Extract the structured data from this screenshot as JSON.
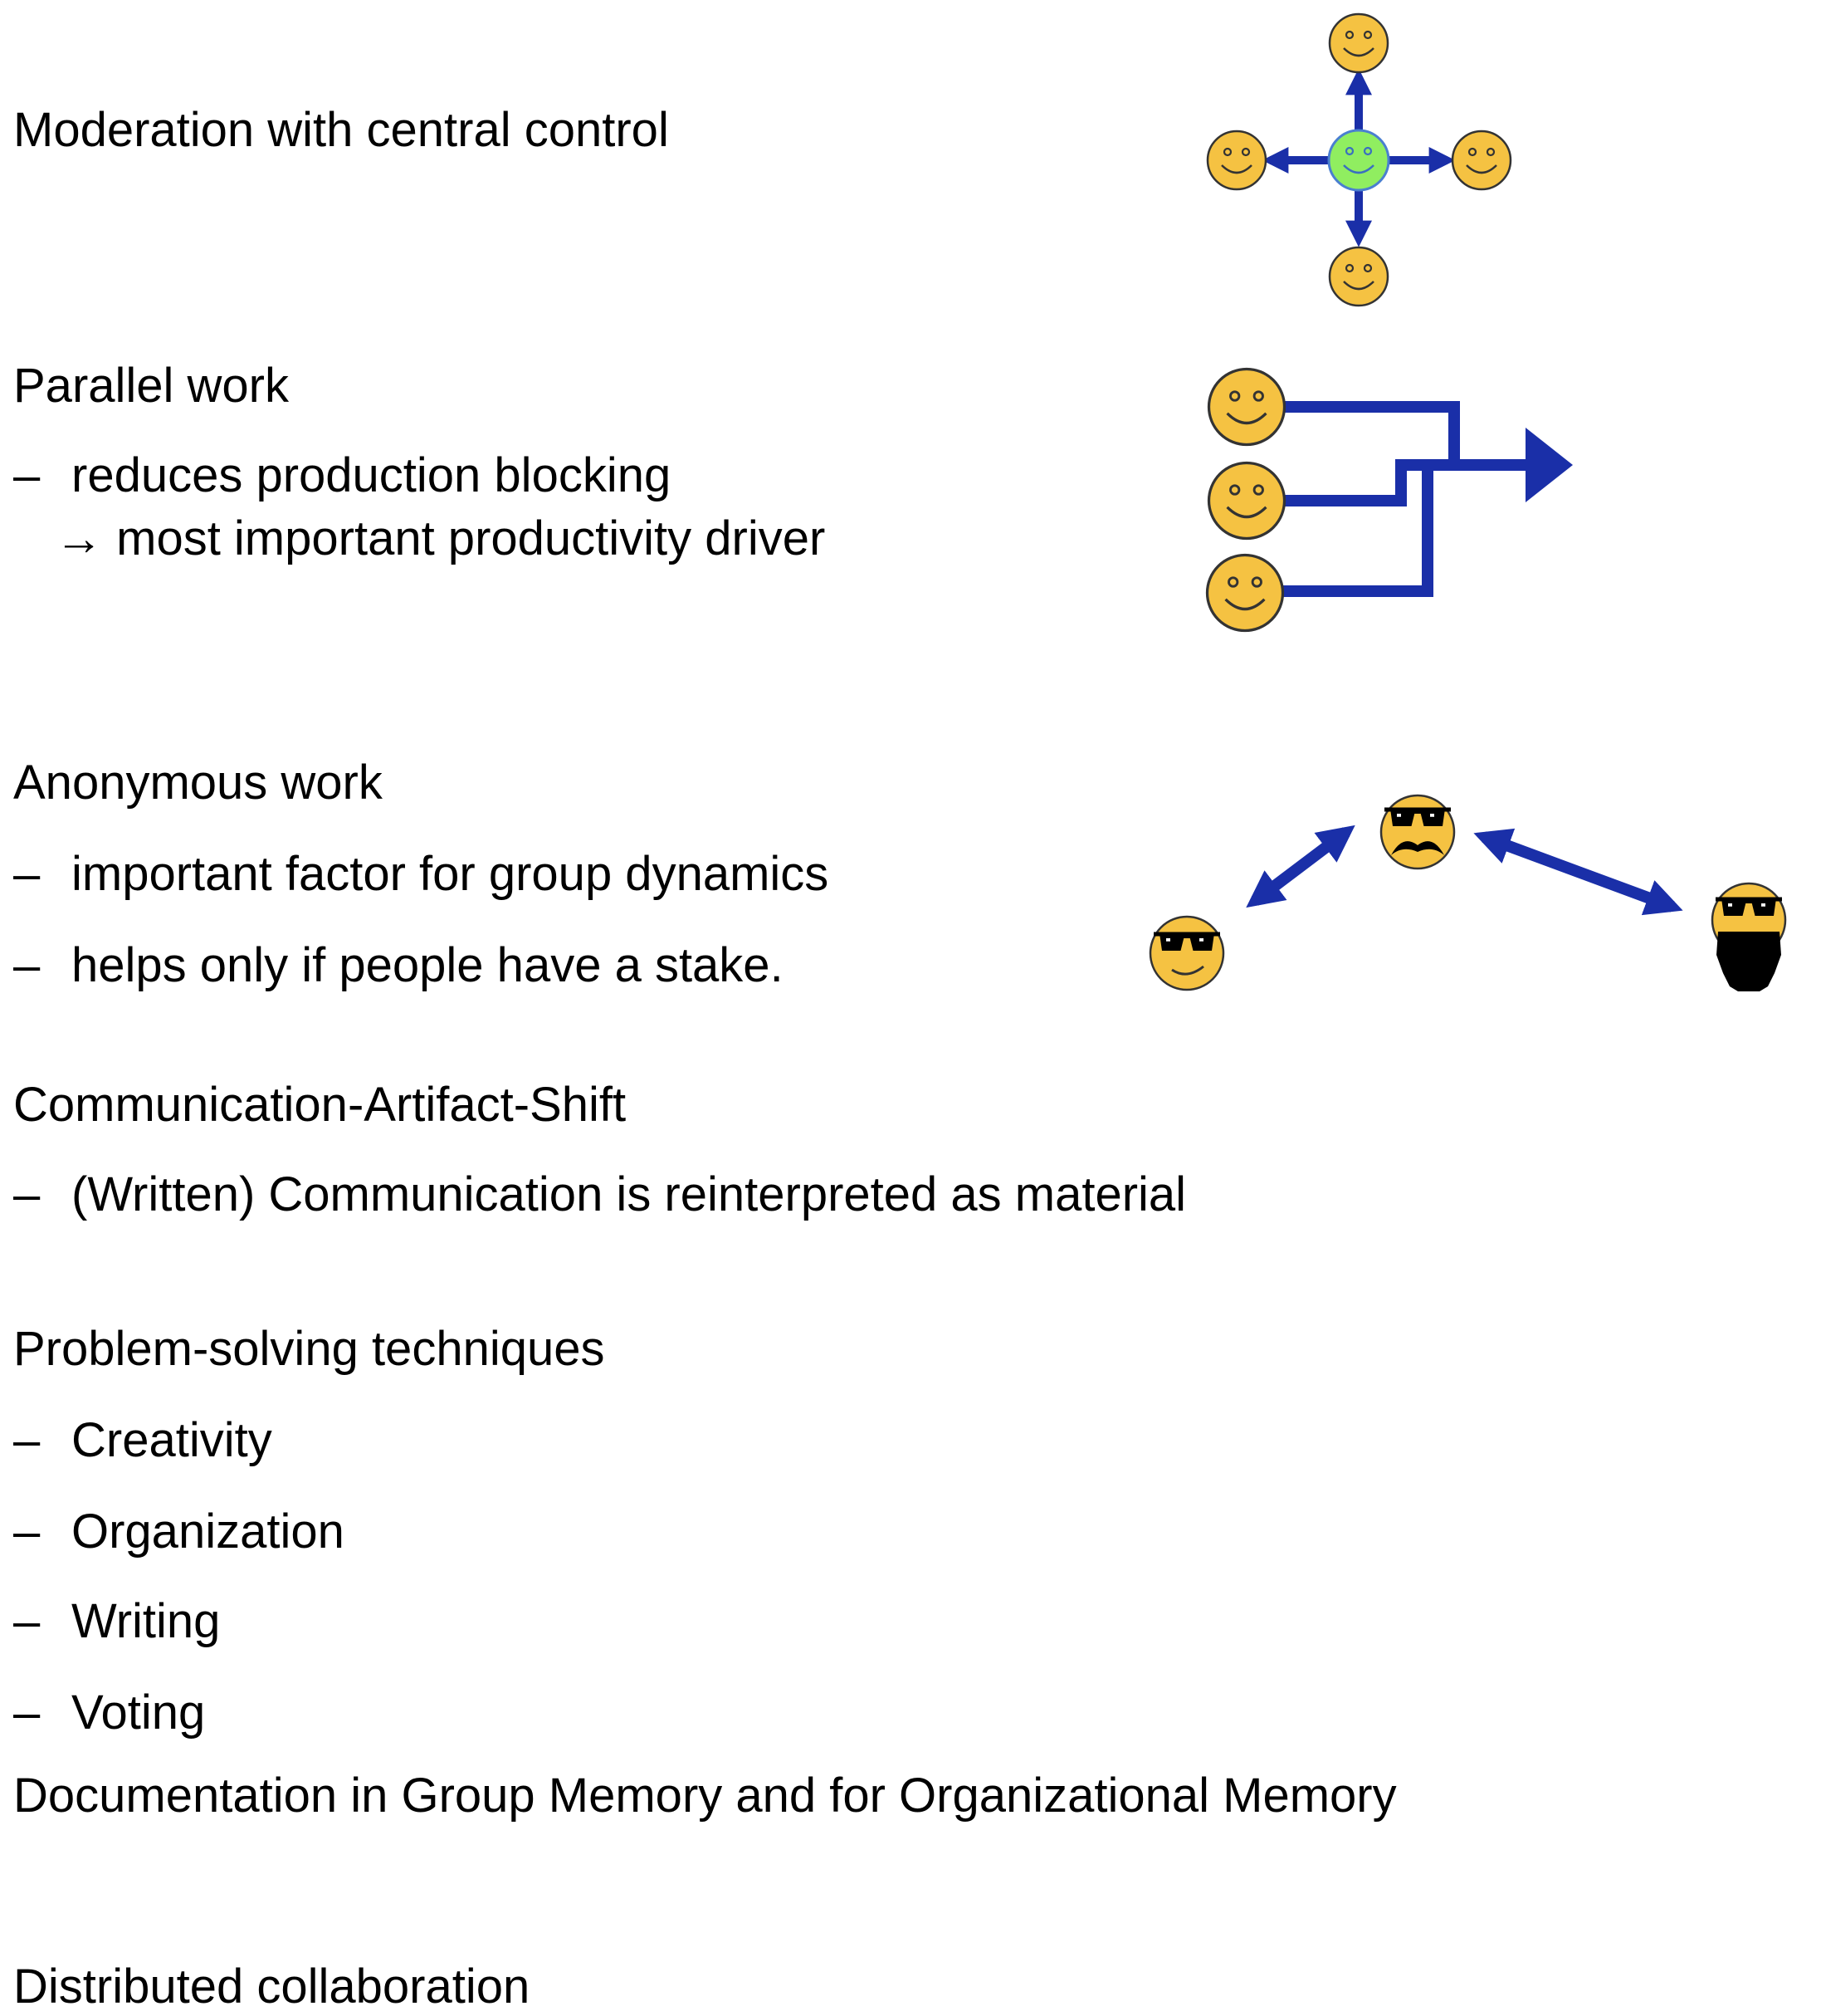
{
  "sections": {
    "moderation": {
      "heading": "Moderation with central control"
    },
    "parallel": {
      "heading": "Parallel work",
      "bullets": [
        "reduces production blocking"
      ],
      "sub": "most important productivity driver",
      "sub_arrow": "→"
    },
    "anonymous": {
      "heading": "Anonymous work",
      "bullets": [
        "important factor for group dynamics",
        "helps only if people have a stake."
      ]
    },
    "shift": {
      "heading": "Communication-Artifact-Shift",
      "bullets": [
        "(Written) Communication is reinterpreted as material"
      ]
    },
    "problem": {
      "heading": "Problem-solving techniques",
      "bullets": [
        "Creativity",
        "Organization",
        "Writing",
        "Voting"
      ]
    },
    "documentation": {
      "heading": "Documentation in Group Memory and for Organizational Memory"
    },
    "distributed": {
      "heading": "Distributed collaboration"
    }
  },
  "dash_glyph": "–",
  "colors": {
    "face": "#f5c242",
    "center_face": "#90ee60",
    "arrow": "#1a2fa8",
    "outline": "#333333"
  },
  "icons": {
    "moderation": "star-communication-diagram",
    "parallel": "merging-arrows-diagram",
    "anonymous": "anonymous-faces-diagram"
  }
}
